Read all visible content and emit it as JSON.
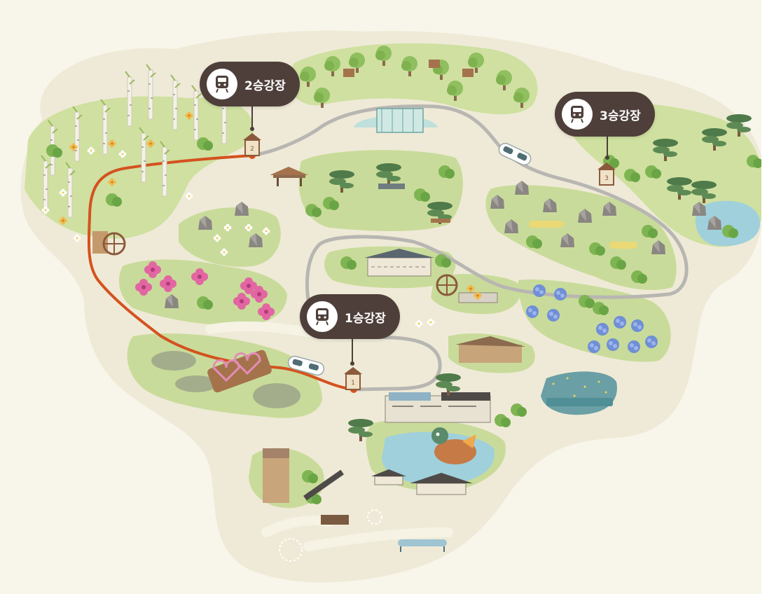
{
  "map": {
    "route_color": "#d4521f",
    "track_color": "#b8b6b2",
    "pin_color": "#4e3f3a",
    "land_color": "#efead7",
    "lawn_color": "#c9db9a"
  },
  "stations": [
    {
      "label": "1승강장",
      "icon": "train-icon",
      "stop_number": "1"
    },
    {
      "label": "2승강장",
      "icon": "train-icon",
      "stop_number": "2"
    },
    {
      "label": "3승강장",
      "icon": "train-icon",
      "stop_number": "3"
    }
  ]
}
